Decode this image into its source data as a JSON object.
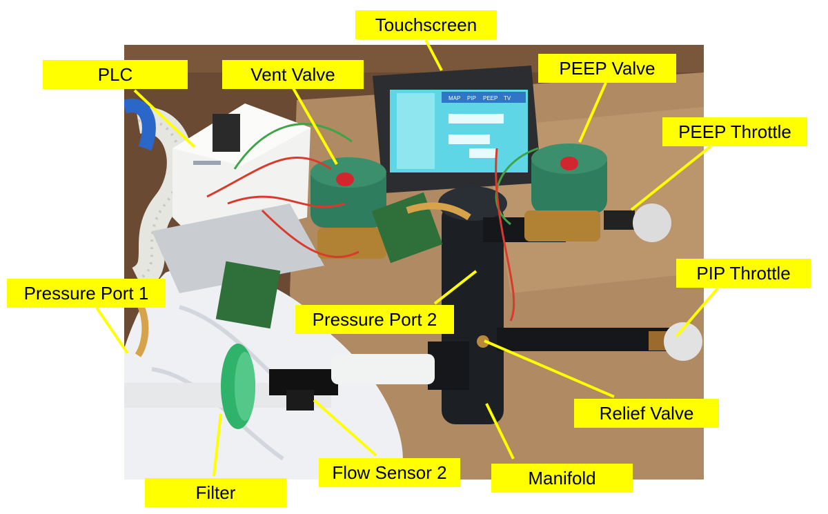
{
  "labels": {
    "touchscreen": "Touchscreen",
    "plc": "PLC",
    "vent_valve": "Vent Valve",
    "peep_valve": "PEEP Valve",
    "peep_throttle": "PEEP Throttle",
    "pressure_port_1": "Pressure Port 1",
    "pip_throttle": "PIP Throttle",
    "pressure_port_2": "Pressure Port 2",
    "relief_valve": "Relief Valve",
    "flow_sensor_2": "Flow Sensor 2",
    "manifold": "Manifold",
    "filter": "Filter"
  },
  "screen_tabs": [
    "MAP",
    "PIP",
    "PEEP",
    "TV"
  ],
  "colors": {
    "label_bg": "#ffff00",
    "label_text": "#000000",
    "leader": "#ffff00",
    "cardboard": "#b08a62",
    "wood": "#6b4a33",
    "valve_green": "#2e7d5e",
    "manifold_black": "#1c1f24",
    "cloth_white": "#eef0f3",
    "screen_cyan": "#5fd6e6"
  }
}
